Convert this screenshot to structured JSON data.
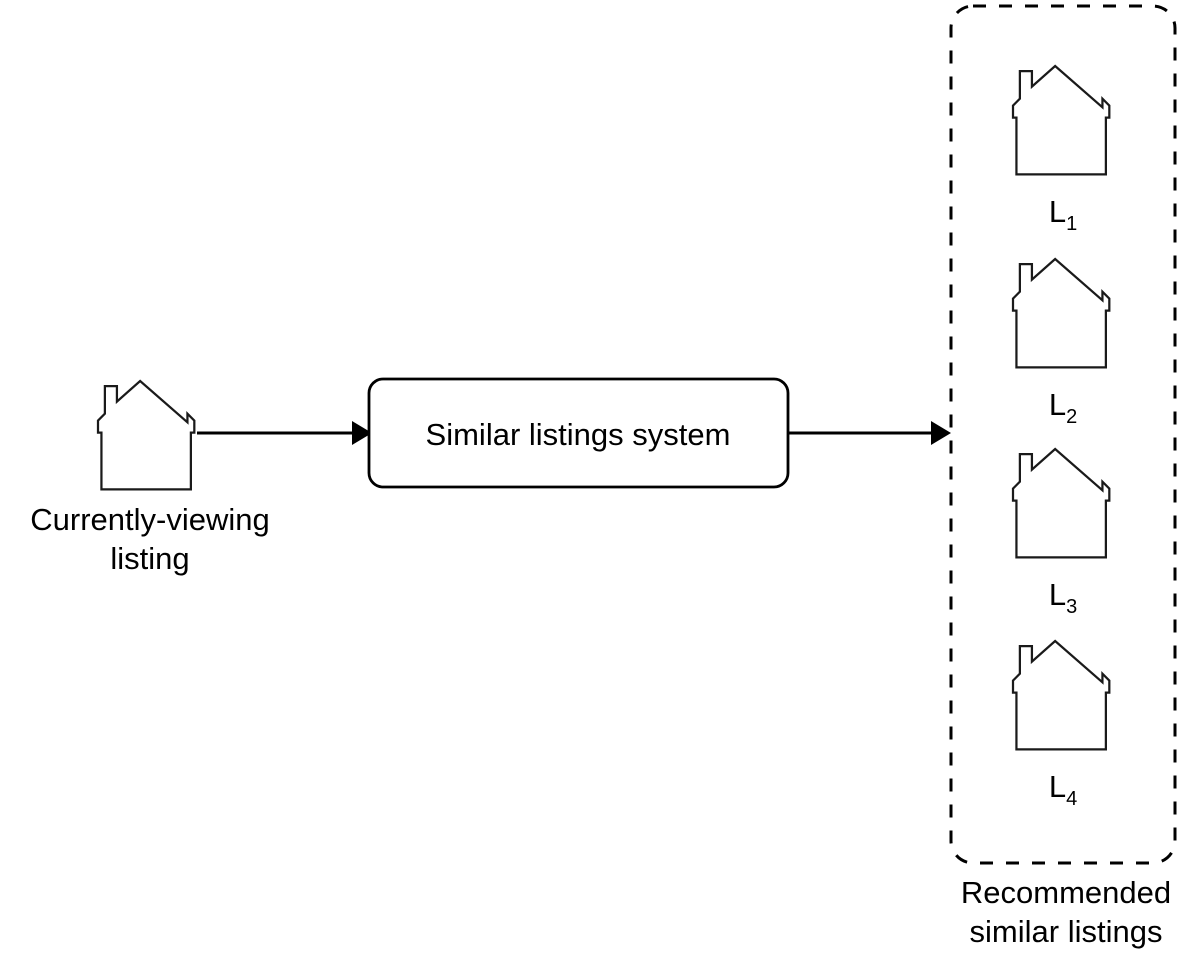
{
  "diagram": {
    "type": "flow-diagram",
    "background_color": "#ffffff",
    "stroke_color": "#000000",
    "input": {
      "icon": "house-icon",
      "caption_line1": "Currently-viewing",
      "caption_line2": "listing"
    },
    "process": {
      "label": "Similar listings system",
      "shape": "rounded-rectangle"
    },
    "output": {
      "caption_line1": "Recommended",
      "caption_line2": "similar listings",
      "container_style": "dashed-rounded-rectangle",
      "items": [
        {
          "icon": "house-icon",
          "label_base": "L",
          "label_sub": "1"
        },
        {
          "icon": "house-icon",
          "label_base": "L",
          "label_sub": "2"
        },
        {
          "icon": "house-icon",
          "label_base": "L",
          "label_sub": "3"
        },
        {
          "icon": "house-icon",
          "label_base": "L",
          "label_sub": "4"
        }
      ]
    },
    "connectors": [
      {
        "name": "input-to-process",
        "direction": "right",
        "arrowhead": "filled-triangle"
      },
      {
        "name": "process-to-output",
        "direction": "right",
        "arrowhead": "filled-triangle"
      }
    ]
  }
}
